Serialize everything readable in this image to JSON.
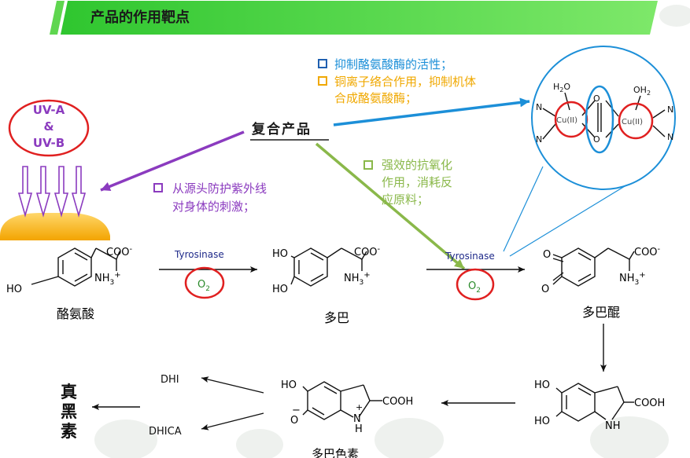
{
  "title": "产品的作用靶点",
  "uv": {
    "line1": "UV-A",
    "line2": "&",
    "line3": "UV-B"
  },
  "center_label": "复合产品",
  "note_enzyme": {
    "line1": "抑制酪氨酸酶的活性；",
    "line2": "铜离子络合作用，抑制机体",
    "line3": "合成酪氨酸酶；"
  },
  "note_antioxidant": {
    "line1": "强效的抗氧化",
    "line2": "作用，消耗反",
    "line3": "应原料；"
  },
  "note_uv": {
    "line1": "从源头防护紫外线",
    "line2": "对身体的刺激；"
  },
  "tyrosine": {
    "name": "酪氨酸",
    "coo": "COO",
    "minus": "-",
    "nh3": "NH",
    "sub3": "3",
    "plus": "+",
    "ho": "HO"
  },
  "dopa": {
    "name": "多巴",
    "ho1": "HO",
    "ho2": "HO",
    "coo": "COO",
    "minus": "-",
    "nh3": "NH",
    "sub3": "3",
    "plus": "+"
  },
  "dopaquinone": {
    "name": "多巴醌",
    "o1": "O",
    "o2": "O",
    "coo": "COO",
    "minus": "-",
    "nh3": "NH",
    "sub3": "3",
    "plus": "+"
  },
  "enzyme1": "Tyrosinase",
  "enzyme2": "Tyrosinase",
  "o2": {
    "o": "O",
    "sub": "2"
  },
  "cu_complex": {
    "h2o": "H",
    "h2o_sub": "2",
    "h2o_o": "O",
    "oh2_o": "OH",
    "oh2_sub": "2",
    "n": "N",
    "cu": "Cu(II)",
    "bridge_o": "O"
  },
  "cyclodopa": {
    "ho1": "HO",
    "ho2": "HO",
    "cooh": "COOH",
    "n": "N",
    "h": "H"
  },
  "dopachrome": {
    "name": "多巴色素",
    "ho": "HO",
    "o": "O",
    "minus": "−",
    "plus": "+",
    "n": "N",
    "h": "H",
    "cooh": "COOH"
  },
  "dhi": "DHI",
  "dhica": "DHICA",
  "eumelanin": {
    "c1": "真",
    "c2": "黑",
    "c3": "素"
  },
  "colors": {
    "banner": "#3fd13f",
    "purple": "#8b3bbf",
    "blue": "#1c8fd8",
    "orange": "#f0a800",
    "green": "#8ab84a",
    "red": "#e02020",
    "navy": "#1f2a8a"
  }
}
